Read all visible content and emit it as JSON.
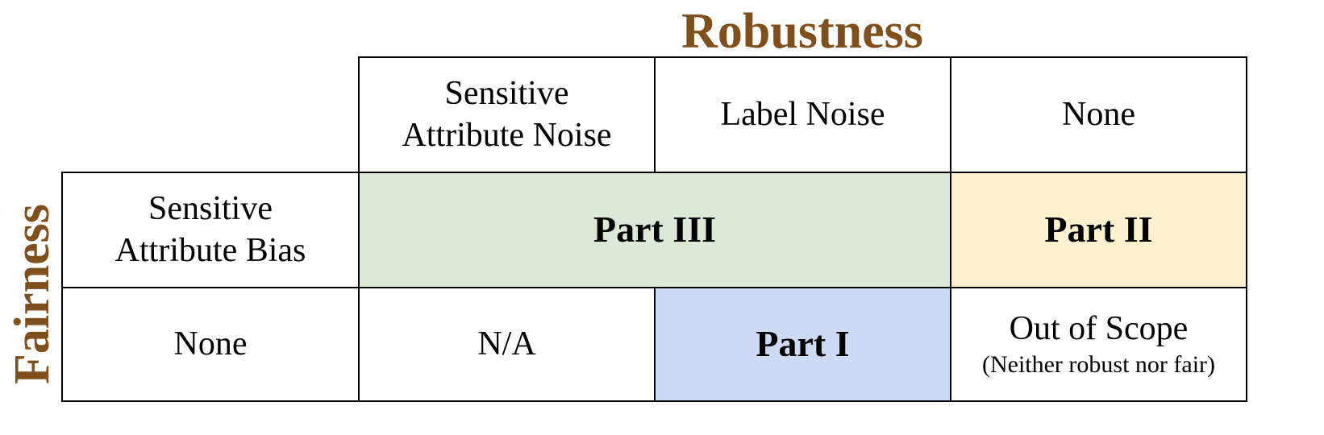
{
  "titles": {
    "column_axis": "Robustness",
    "row_axis": "Fairness"
  },
  "columns": {
    "col1": {
      "line1": "Sensitive",
      "line2": "Attribute Noise"
    },
    "col2": "Label Noise",
    "col3": "None"
  },
  "rows": {
    "row1": {
      "line1": "Sensitive",
      "line2": "Attribute Bias"
    },
    "row2": "None"
  },
  "cells": {
    "part3": "Part III",
    "part2": "Part II",
    "na": "N/A",
    "part1": "Part I",
    "out_of_scope": {
      "main": "Out of Scope",
      "note": "(Neither robust nor fair)"
    }
  },
  "colors": {
    "title": "#7f4f1c",
    "part3": "#dde9d6",
    "part2": "#fdf1cf",
    "part1": "#cddaf3"
  }
}
